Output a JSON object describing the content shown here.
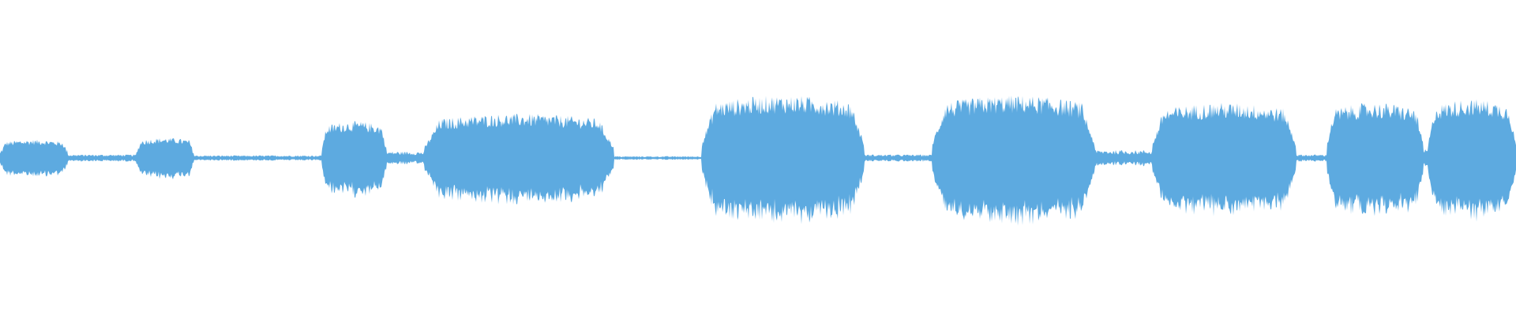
{
  "waveform": {
    "color": "#5DAAE0",
    "segments": [
      {
        "start": 0.0,
        "end": 0.045,
        "amp": 0.05
      },
      {
        "start": 0.045,
        "end": 0.09,
        "amp": 0.008
      },
      {
        "start": 0.09,
        "end": 0.128,
        "amp": 0.055
      },
      {
        "start": 0.128,
        "end": 0.212,
        "amp": 0.006
      },
      {
        "start": 0.212,
        "end": 0.255,
        "amp": 0.1
      },
      {
        "start": 0.255,
        "end": 0.28,
        "amp": 0.015
      },
      {
        "start": 0.28,
        "end": 0.405,
        "amp": 0.12
      },
      {
        "start": 0.405,
        "end": 0.463,
        "amp": 0.004
      },
      {
        "start": 0.463,
        "end": 0.57,
        "amp": 0.17
      },
      {
        "start": 0.57,
        "end": 0.615,
        "amp": 0.008
      },
      {
        "start": 0.615,
        "end": 0.722,
        "amp": 0.17
      },
      {
        "start": 0.722,
        "end": 0.76,
        "amp": 0.018
      },
      {
        "start": 0.76,
        "end": 0.855,
        "amp": 0.15
      },
      {
        "start": 0.855,
        "end": 0.875,
        "amp": 0.008
      },
      {
        "start": 0.875,
        "end": 0.939,
        "amp": 0.15
      },
      {
        "start": 0.939,
        "end": 0.942,
        "amp": 0.02
      },
      {
        "start": 0.942,
        "end": 1.0,
        "amp": 0.16
      }
    ]
  }
}
